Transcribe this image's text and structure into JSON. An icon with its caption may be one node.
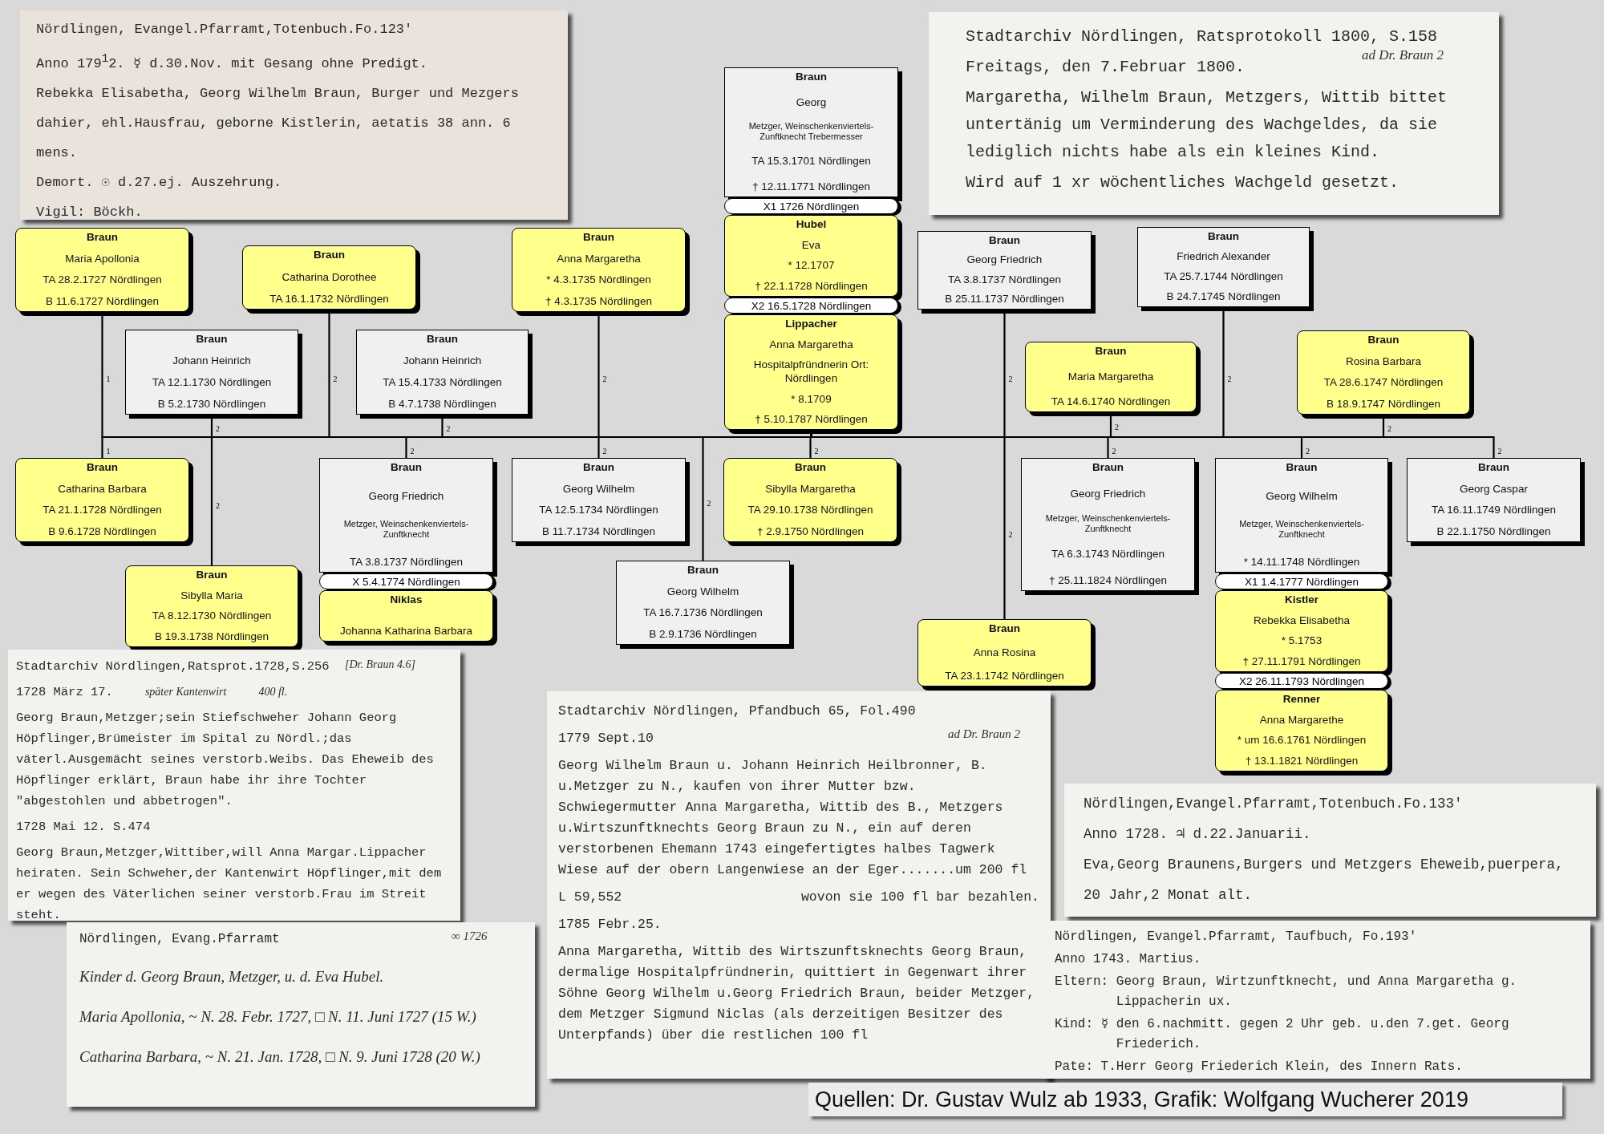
{
  "diagram": {
    "nodes": [
      {
        "text": [
          "Nördlingen, Evangel.Pfarramt,Totenbuch.Fo.123'",
          "Anno 179$^{1}$2. ☿ d.30.Nov. mit Gesang ohne Predigt.",
          "Rebekka Elisabetha, Georg Wilhelm Braun, Burger und Mezgers dahier, ehl.Hausfrau, geborne Kistlerin, aetatis 38 ann. 6 mens.",
          "Demort. ☉ d.27.ej. Auszehrung.",
          "Vigil: Böckh."
        ]
      },
      {
        "text": [
          "Braun",
          "Georg",
          "Metzger, Weinschenkenviertels-Zunftknecht Trebermesser",
          "TA 15.3.1701 Nördlingen",
          "† 12.11.1771 Nördlingen"
        ]
      },
      {
        "text": [
          "X1 1726 Nördlingen"
        ]
      },
      {
        "text": [
          "Hubel",
          "Eva",
          "* 12.1707",
          "† 22.1.1728 Nördlingen"
        ]
      },
      {
        "text": [
          "X2 16.5.1728 Nördlingen"
        ]
      },
      {
        "text": [
          "Lippacher",
          "Anna Margaretha",
          "Hospitalpfründnerin Ort: Nördlingen",
          "* 8.1709",
          "† 5.10.1787 Nördlingen"
        ]
      },
      {
        "text": [
          "Stadtarchiv Nördlingen, Ratsprotokoll 1800, S.158",
          "ad Dr. Braun 2",
          "Freitags, den 7.Februar 1800.",
          "Margaretha, Wilhelm Braun, Metzgers, Wittib bittet untertänig um Verminderung des Wachgeldes, da sie lediglich nichts habe als ein kleines Kind.",
          "Wird auf 1 xr wöchentliches Wachgeld gesetzt."
        ]
      },
      {
        "text": [
          "Braun",
          "Maria Apollonia",
          "TA 28.2.1727 Nördlingen",
          "B 11.6.1727 Nördlingen"
        ]
      },
      {
        "text": [
          "Braun",
          "Catharina Dorothee",
          "TA 16.1.1732 Nördlingen"
        ]
      },
      {
        "text": [
          "Braun",
          "Anna Margaretha",
          "* 4.3.1735 Nördlingen",
          "† 4.3.1735 Nördlingen"
        ]
      },
      {
        "text": [
          "Braun",
          "Georg Friedrich",
          "TA 3.8.1737 Nördlingen",
          "B 25.11.1737 Nördlingen"
        ]
      },
      {
        "text": [
          "Braun",
          "Friedrich Alexander",
          "TA 25.7.1744 Nördlingen",
          "B 24.7.1745 Nördlingen"
        ]
      },
      {
        "text": [
          "Braun",
          "Johann Heinrich",
          "TA 12.1.1730 Nördlingen",
          "B 5.2.1730 Nördlingen"
        ]
      },
      {
        "text": [
          "Braun",
          "Johann Heinrich",
          "TA 15.4.1733 Nördlingen",
          "B 4.7.1738 Nördlingen"
        ]
      },
      {
        "text": [
          "Braun",
          "Maria Margaretha",
          "TA 14.6.1740 Nördlingen"
        ]
      },
      {
        "text": [
          "Braun",
          "Rosina Barbara",
          "TA 28.6.1747 Nördlingen",
          "B 18.9.1747 Nördlingen"
        ]
      },
      {
        "text": [
          "Braun",
          "Catharina Barbara",
          "TA 21.1.1728 Nördlingen",
          "B 9.6.1728 Nördlingen"
        ]
      },
      {
        "text": [
          "Braun",
          "Georg Friedrich",
          "Metzger, Weinschenkenviertels-Zunftknecht",
          "TA 3.8.1737 Nördlingen"
        ]
      },
      {
        "text": [
          "X 5.4.1774 Nördlingen"
        ]
      },
      {
        "text": [
          "Niklas",
          "Johanna Katharina Barbara"
        ]
      },
      {
        "text": [
          "Braun",
          "Georg Wilhelm",
          "TA 12.5.1734 Nördlingen",
          "B 11.7.1734 Nördlingen"
        ]
      },
      {
        "text": [
          "Braun",
          "Sibylla Margaretha",
          "TA 29.10.1738 Nördlingen",
          "† 2.9.1750 Nördlingen"
        ]
      },
      {
        "text": [
          "Braun",
          "Georg Friedrich",
          "Metzger, Weinschenkenviertels-Zunftknecht",
          "TA 6.3.1743 Nördlingen",
          "† 25.11.1824 Nördlingen"
        ]
      },
      {
        "text": [
          "Braun",
          "Georg Wilhelm",
          "Metzger, Weinschenkenviertels-Zunftknecht",
          "* 14.11.1748 Nördlingen"
        ]
      },
      {
        "text": [
          "X1 1.4.1777 Nördlingen"
        ]
      },
      {
        "text": [
          "Kistler",
          "Rebekka Elisabetha",
          "* 5.1753",
          "† 27.11.1791 Nördlingen"
        ]
      },
      {
        "text": [
          "X2 26.11.1793 Nördlingen"
        ]
      },
      {
        "text": [
          "Renner",
          "Anna Margarethe",
          "* um 16.6.1761 Nördlingen",
          "† 13.1.1821 Nördlingen"
        ]
      },
      {
        "text": [
          "Braun",
          "Georg Caspar",
          "TA 16.11.1749 Nördlingen",
          "B 22.1.1750 Nördlingen"
        ]
      },
      {
        "text": [
          "Braun",
          "Sibylla Maria",
          "TA 8.12.1730 Nördlingen",
          "B 19.3.1738 Nördlingen"
        ]
      },
      {
        "text": [
          "Braun",
          "Georg Wilhelm",
          "TA 16.7.1736 Nördlingen",
          "B 2.9.1736 Nördlingen"
        ]
      },
      {
        "text": [
          "Braun",
          "Anna Rosina",
          "TA 23.1.1742 Nördlingen"
        ]
      },
      {
        "text": [
          "Stadtarchiv Nördlingen,Ratsprot.1728,S.256",
          "[Dr. Braun 4.6]",
          "1728 März 17.",
          "Georg Braun,Metzger;sein Stiefschweher Johann Georg Höpflinger,Brümeister im Spital zu Nördl.;das väterl.Ausgemächt seines verstorb.Weibs. Das Eheweib des Höpflinger erklärt, Braun habe ihr ihre Tochter \"abgestohlen und abbetrogen\".",
          "später Kantenwirt",
          "400 fl.",
          "1728 Mai 12. S.474",
          "Georg Braun,Metzger,Wittiber,will Anna Margar.Lippacher heiraten. Sein Schweher,der Kantenwirt Höpflinger,mit dem er wegen des Väterlichen seiner verstorb.Frau im Streit steht."
        ]
      },
      {
        "text": [
          "Stadtarchiv Nördlingen, Pfandbuch 65, Fol.490",
          "ad Dr. Braun 2",
          "1779 Sept.10",
          "Georg Wilhelm Braun u. Johann Heinrich Heilbronner, B. u.Metzger zu N., kaufen von ihrer Mutter bzw. Schwiegermutter Anna Margaretha, Wittib des B., Metzgers u.Wirtszunftknechts Georg Braun zu N., ein auf deren verstorbenen Ehemann 1743 eingefertigtes halbes Tagwerk Wiese auf der obern Langenwiese an der Eger.......um 200 fl",
          "L 59,552",
          "wovon sie 100 fl bar bezahlen.",
          "1785 Febr.25.",
          "Anna Margaretha, Wittib des Wirtszunftsknechts Georg Braun, dermalige Hospitalpfründnerin, quittiert in Gegenwart ihrer Söhne Georg Wilhelm u.Georg Friedrich Braun, beider Metzger, dem Metzger Sigmund Niclas (als derzeitigen Besitzer des Unterpfands) über die restlichen 100 fl"
        ]
      },
      {
        "text": [
          "Nördlingen,Evangel.Pfarramt,Totenbuch.Fo.133'",
          "Anno 1728. ♃ d.22.Januarii.",
          "Eva,Georg Braunens,Burgers und Metzgers Eheweib,puerpera, 20 Jahr,2 Monat alt."
        ]
      },
      {
        "text": [
          "Nördlingen, Evang.Pfarramt",
          "∞ 1726",
          "Kinder d. Georg Braun, Metzger, u. d. Eva Hubel.",
          "Maria Apollonia, ~ N. 28. Febr. 1727, □ N. 11. Juni 1727 (15 W.)",
          "Catharina Barbara, ~ N. 21. Jan. 1728, □ N. 9. Juni 1728 (20 W.)"
        ]
      },
      {
        "text": [
          "Nördlingen, Evangel.Pfarramt, Taufbuch, Fo.193'",
          "Anno 1743. Martius.",
          "Eltern: Georg Braun, Wirtzunftknecht, und Anna Margaretha g. Lippacherin ux.",
          "Kind: ☿ den 6.nachmitt. gegen 2 Uhr geb. u.den 7.get. Georg Friederich.",
          "Pate: T.Herr Georg Friederich Klein, des Innern Rats."
        ]
      }
    ],
    "edges": [
      {
        "from": 5,
        "to": 7,
        "arrow": "none",
        "label": "1"
      },
      {
        "from": 5,
        "to": 16,
        "arrow": "none",
        "label": "1"
      },
      {
        "from": 5,
        "to": 12,
        "arrow": "none",
        "label": "2"
      },
      {
        "from": 5,
        "to": 29,
        "arrow": "none",
        "label": "2"
      },
      {
        "from": 5,
        "to": 8,
        "arrow": "none",
        "label": "2"
      },
      {
        "from": 5,
        "to": 13,
        "arrow": "none",
        "label": "2"
      },
      {
        "from": 5,
        "to": 9,
        "arrow": "none",
        "label": "2"
      },
      {
        "from": 5,
        "to": 17,
        "arrow": "none",
        "label": "2"
      },
      {
        "from": 5,
        "to": 20,
        "arrow": "none",
        "label": "2"
      },
      {
        "from": 5,
        "to": 30,
        "arrow": "none",
        "label": "2"
      },
      {
        "from": 5,
        "to": 21,
        "arrow": "none",
        "label": "2"
      },
      {
        "from": 5,
        "to": 10,
        "arrow": "none",
        "label": "2"
      },
      {
        "from": 5,
        "to": 31,
        "arrow": "none",
        "label": "2"
      },
      {
        "from": 5,
        "to": 14,
        "arrow": "none",
        "label": "2"
      },
      {
        "from": 5,
        "to": 22,
        "arrow": "none",
        "label": "2"
      },
      {
        "from": 5,
        "to": 11,
        "arrow": "none",
        "label": "2"
      },
      {
        "from": 5,
        "to": 15,
        "arrow": "none",
        "label": "2"
      },
      {
        "from": 5,
        "to": 23,
        "arrow": "none",
        "label": "2"
      },
      {
        "from": 5,
        "to": 28,
        "arrow": "none",
        "label": "2"
      }
    ],
    "labels": [
      "Quellen: Dr. Gustav Wulz ab 1933, Grafik: Wolfgang Wucherer 2019"
    ]
  }
}
